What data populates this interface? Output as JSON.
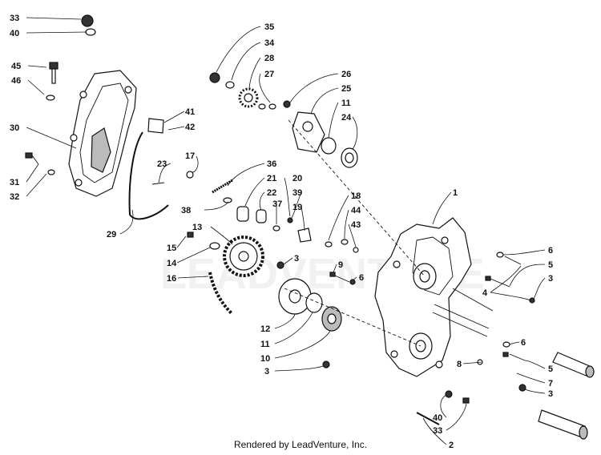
{
  "diagram": {
    "credit": "Rendered by LeadVenture, Inc.",
    "watermark": "LEADVENTURE",
    "callouts": [
      {
        "id": "c33a",
        "text": "33"
      },
      {
        "id": "c40a",
        "text": "40"
      },
      {
        "id": "c45",
        "text": "45"
      },
      {
        "id": "c46",
        "text": "46"
      },
      {
        "id": "c30",
        "text": "30"
      },
      {
        "id": "c31",
        "text": "31"
      },
      {
        "id": "c32",
        "text": "32"
      },
      {
        "id": "c29",
        "text": "29"
      },
      {
        "id": "c41",
        "text": "41"
      },
      {
        "id": "c42",
        "text": "42"
      },
      {
        "id": "c17",
        "text": "17"
      },
      {
        "id": "c23",
        "text": "23"
      },
      {
        "id": "c35",
        "text": "35"
      },
      {
        "id": "c34",
        "text": "34"
      },
      {
        "id": "c28",
        "text": "28"
      },
      {
        "id": "c27",
        "text": "27"
      },
      {
        "id": "c26",
        "text": "26"
      },
      {
        "id": "c25",
        "text": "25"
      },
      {
        "id": "c11a",
        "text": "11"
      },
      {
        "id": "c24",
        "text": "24"
      },
      {
        "id": "c36",
        "text": "36"
      },
      {
        "id": "c21",
        "text": "21"
      },
      {
        "id": "c22",
        "text": "22"
      },
      {
        "id": "c20",
        "text": "20"
      },
      {
        "id": "c39",
        "text": "39"
      },
      {
        "id": "c19",
        "text": "19"
      },
      {
        "id": "c37",
        "text": "37"
      },
      {
        "id": "c38",
        "text": "38"
      },
      {
        "id": "c18",
        "text": "18"
      },
      {
        "id": "c44",
        "text": "44"
      },
      {
        "id": "c43",
        "text": "43"
      },
      {
        "id": "c1",
        "text": "1"
      },
      {
        "id": "c13",
        "text": "13"
      },
      {
        "id": "c15",
        "text": "15"
      },
      {
        "id": "c14",
        "text": "14"
      },
      {
        "id": "c16",
        "text": "16"
      },
      {
        "id": "c3a",
        "text": "3"
      },
      {
        "id": "c9",
        "text": "9"
      },
      {
        "id": "c6a",
        "text": "6"
      },
      {
        "id": "c12",
        "text": "12"
      },
      {
        "id": "c11b",
        "text": "11"
      },
      {
        "id": "c10",
        "text": "10"
      },
      {
        "id": "c3b",
        "text": "3"
      },
      {
        "id": "c6b",
        "text": "6"
      },
      {
        "id": "c5a",
        "text": "5"
      },
      {
        "id": "c3c",
        "text": "3"
      },
      {
        "id": "c4",
        "text": "4"
      },
      {
        "id": "c6c",
        "text": "6"
      },
      {
        "id": "c5b",
        "text": "5"
      },
      {
        "id": "c7",
        "text": "7"
      },
      {
        "id": "c8",
        "text": "8"
      },
      {
        "id": "c3d",
        "text": "3"
      },
      {
        "id": "c40b",
        "text": "40"
      },
      {
        "id": "c33b",
        "text": "33"
      },
      {
        "id": "c2",
        "text": "2"
      }
    ]
  }
}
